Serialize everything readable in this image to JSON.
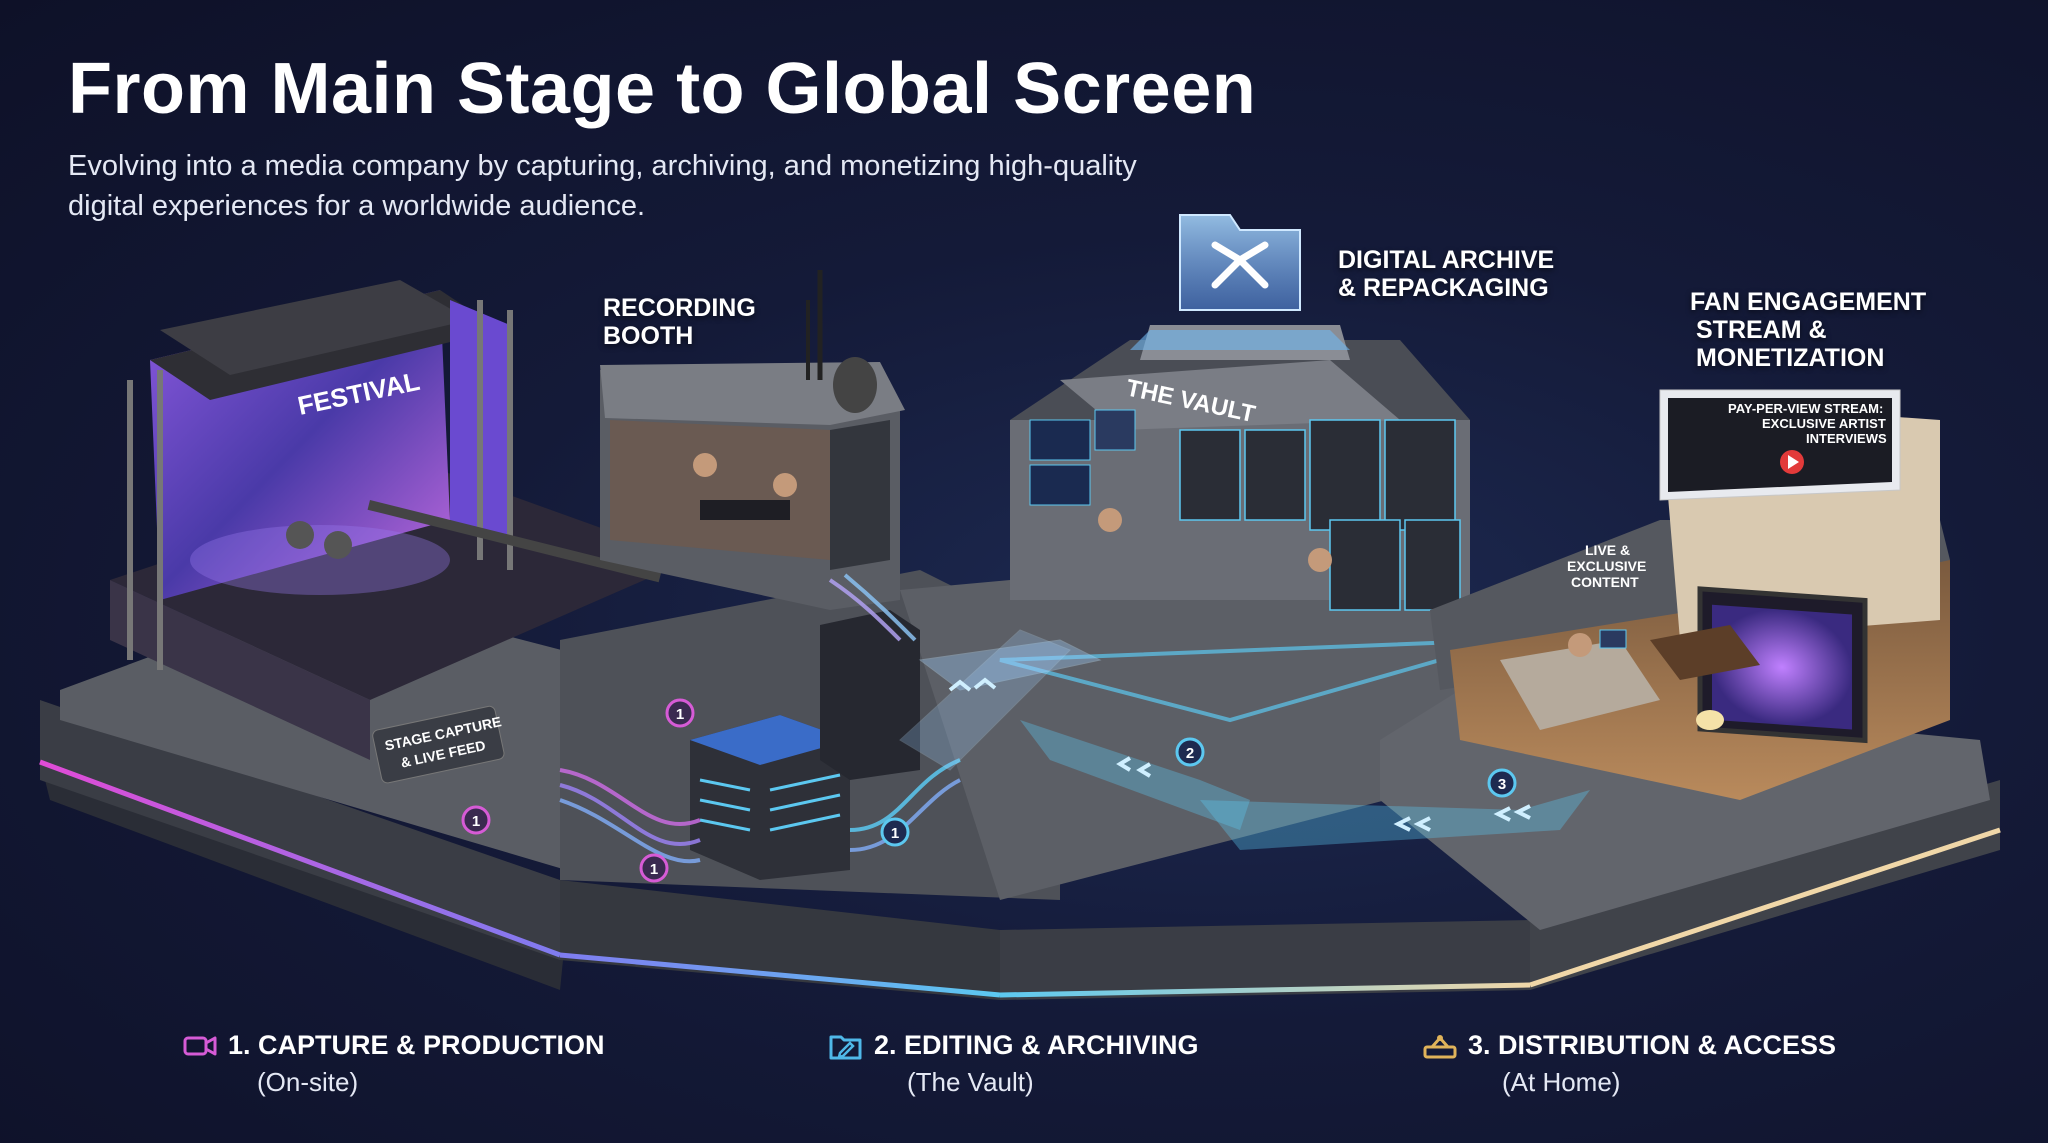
{
  "header": {
    "title": "From Main Stage to Global Screen",
    "subtitle": "Evolving into a media company by capturing, archiving, and monetizing high-quality digital experiences for a worldwide audience."
  },
  "zones": {
    "recording_booth": {
      "line1": "RECORDING",
      "line2": "BOOTH"
    },
    "digital_archive": {
      "line1": "DIGITAL ARCHIVE",
      "line2": "& REPACKAGING"
    },
    "fan_engagement": {
      "line1": "FAN ENGAGEMENT",
      "line2": "STREAM &",
      "line3": "MONETIZATION"
    },
    "live_exclusive": {
      "line1": "LIVE &",
      "line2": "EXCLUSIVE",
      "line3": "CONTENT"
    }
  },
  "signs": {
    "festival": "FESTIVAL",
    "vault": "THE VAULT",
    "stage_capture_1": "STAGE CAPTURE",
    "stage_capture_2": "& LIVE FEED",
    "ppv_1": "PAY-PER-VIEW STREAM:",
    "ppv_2": "EXCLUSIVE ARTIST",
    "ppv_3": "INTERVIEWS"
  },
  "markers": [
    "1",
    "1",
    "1",
    "1",
    "2",
    "3"
  ],
  "steps": [
    {
      "label": "1. CAPTURE & PRODUCTION",
      "sub": "(On-site)",
      "icon": "video-camera-icon",
      "color": "#d65bd6"
    },
    {
      "label": "2. EDITING & ARCHIVING",
      "sub": "(The Vault)",
      "icon": "folder-icon",
      "color": "#4fb8e8"
    },
    {
      "label": "3. DISTRIBUTION & ACCESS",
      "sub": "(At Home)",
      "icon": "set-top-box-icon",
      "color": "#e0b35a"
    }
  ],
  "colors": {
    "stage_glow": "#c24bd6",
    "vault_glow": "#5cc8f0",
    "home_glow": "#f0c98a",
    "platform": "#55585f"
  }
}
